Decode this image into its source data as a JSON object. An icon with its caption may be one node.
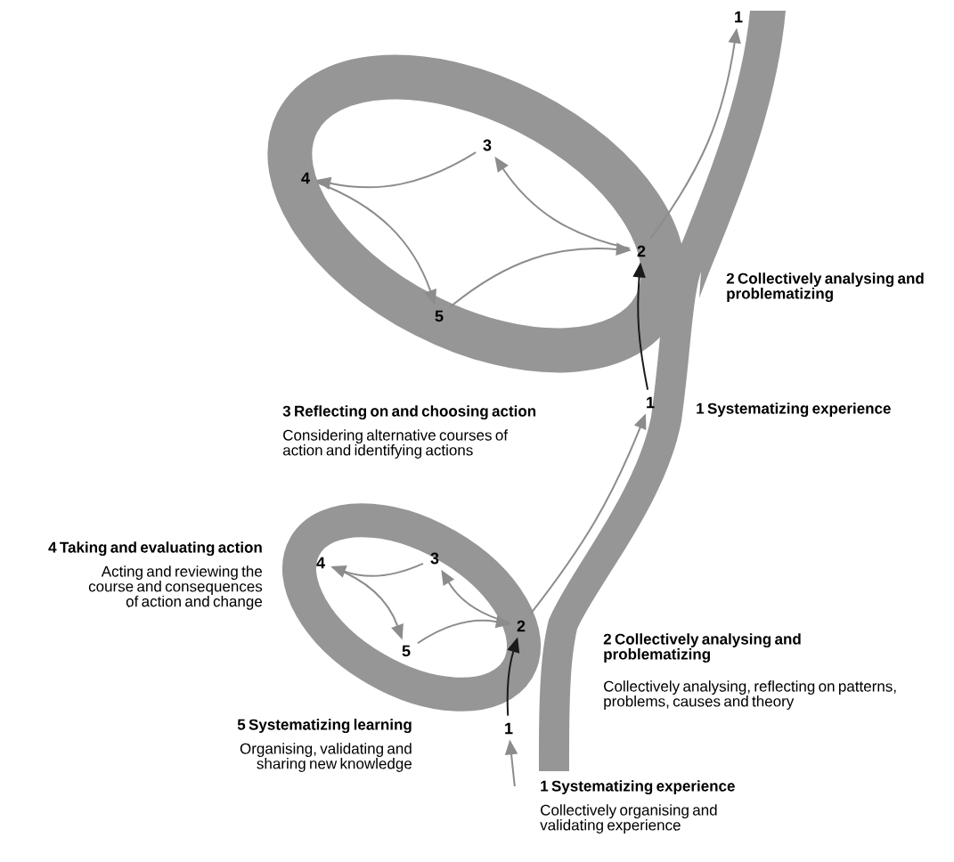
{
  "diagram": {
    "nodes": [
      {
        "text": [
          "1"
        ]
      },
      {
        "text": [
          "2"
        ]
      },
      {
        "text": [
          "3"
        ]
      },
      {
        "text": [
          "4"
        ]
      },
      {
        "text": [
          "5"
        ]
      },
      {
        "text": [
          "1"
        ]
      },
      {
        "text": [
          "2"
        ]
      },
      {
        "text": [
          "3"
        ]
      },
      {
        "text": [
          "4"
        ]
      },
      {
        "text": [
          "5"
        ]
      },
      {
        "text": [
          "1"
        ]
      }
    ],
    "edges": [
      {
        "from": null,
        "to": 0,
        "arrow": "to"
      },
      {
        "from": 0,
        "to": 1,
        "arrow": "to",
        "color": "#1a1a1a"
      },
      {
        "from": 1,
        "to": 2,
        "arrow": "to"
      },
      {
        "from": 2,
        "to": 3,
        "arrow": "to"
      },
      {
        "from": 3,
        "to": 4,
        "arrow": "to"
      },
      {
        "from": 4,
        "to": 1,
        "arrow": "to"
      },
      {
        "from": 1,
        "to": 5,
        "arrow": "to"
      },
      {
        "from": 5,
        "to": 6,
        "arrow": "to",
        "color": "#1a1a1a"
      },
      {
        "from": 6,
        "to": 7,
        "arrow": "to"
      },
      {
        "from": 7,
        "to": 8,
        "arrow": "to"
      },
      {
        "from": 8,
        "to": 9,
        "arrow": "to"
      },
      {
        "from": 9,
        "to": 6,
        "arrow": "to"
      },
      {
        "from": 6,
        "to": 10,
        "arrow": "to"
      }
    ],
    "labels": [
      "2 Collectively analysing and problematizing",
      "3 Reflecting on and choosing action",
      "Considering alternative courses of action and identifying actions",
      "1 Systematizing experience",
      "4 Taking and evaluating action",
      "Acting and reviewing the course and consequences of action and change",
      "2 Collectively analysing and problematizing",
      "Collectively analysing, reflecting on patterns, problems, causes and theory",
      "5 Systematizing learning",
      "Organising, validating and sharing new knowledge",
      "1 Systematizing experience",
      "Collectively organising and validating experience"
    ]
  }
}
